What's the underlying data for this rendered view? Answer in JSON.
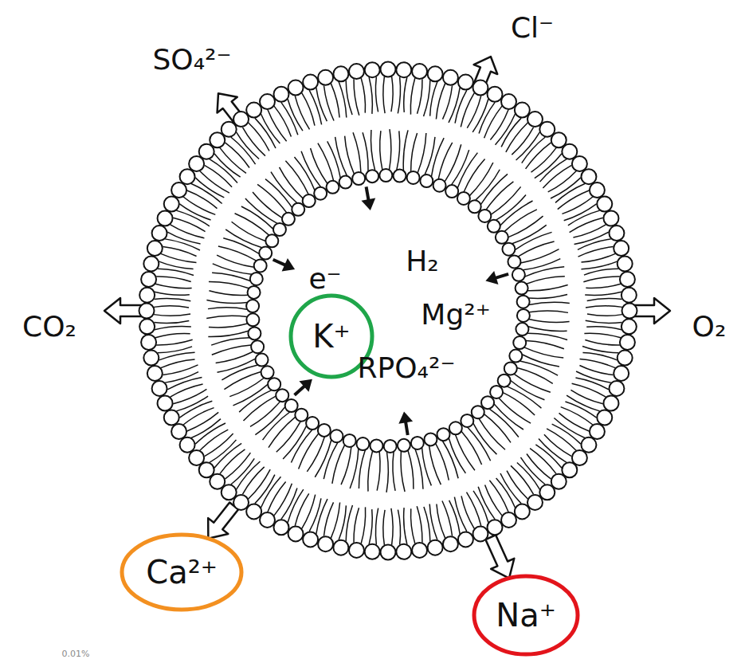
{
  "diagram": {
    "nodes": [
      {
        "text": [
          "e⁻",
          "H₂",
          "Mg²⁺",
          "RPO₄²⁻"
        ]
      },
      {
        "text": [
          "K⁺"
        ],
        "in": 0
      },
      {
        "text": [
          "Ca²⁺"
        ]
      },
      {
        "text": [
          "Na⁺"
        ]
      }
    ],
    "edges": [
      {
        "from": 0,
        "to": 2,
        "arrow": "to"
      },
      {
        "from": 0,
        "to": 3,
        "arrow": "to"
      }
    ],
    "labels": [
      "SO₄²⁻",
      "Cl⁻",
      "CO₂",
      "O₂",
      "0.01%"
    ]
  }
}
